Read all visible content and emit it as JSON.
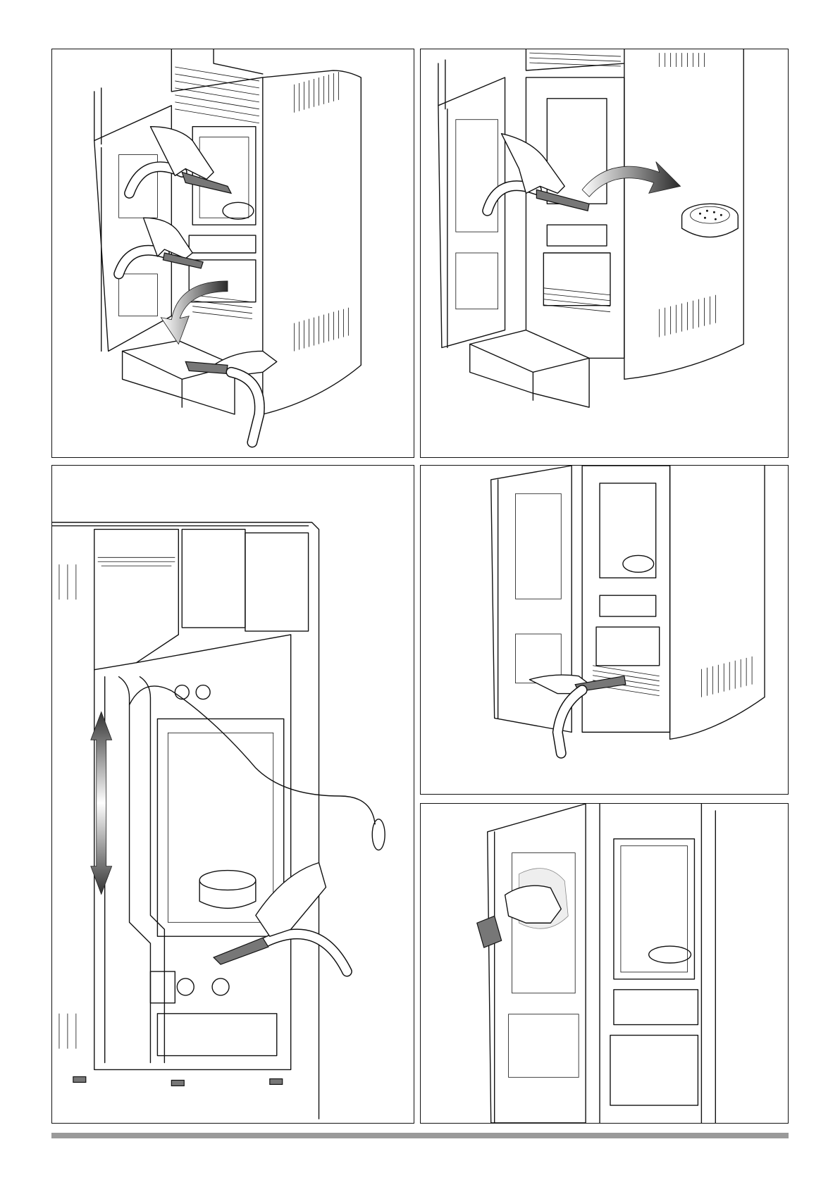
{
  "document": {
    "type": "cleaning-instructions-figures",
    "figures": [
      {
        "id": "fig-1",
        "icons": [
          "stove-icon",
          "vacuum-hose-icon",
          "hand-icon",
          "ash-drawer-icon",
          "curved-arrow-icon"
        ]
      },
      {
        "id": "fig-2",
        "icons": [
          "stove-icon",
          "hand-icon",
          "vacuum-hose-icon",
          "burn-pot-icon",
          "curved-arrow-icon",
          "ash-drawer-icon"
        ]
      },
      {
        "id": "fig-3",
        "icons": [
          "stove-cutaway-icon",
          "double-arrow-icon",
          "cleaning-cable-icon",
          "vacuum-hose-icon",
          "hand-icon"
        ]
      },
      {
        "id": "fig-4",
        "icons": [
          "stove-icon",
          "vacuum-hose-icon",
          "hand-icon"
        ]
      },
      {
        "id": "fig-5",
        "icons": [
          "stove-icon",
          "glass-door-icon",
          "hand-icon",
          "cloth-icon"
        ]
      }
    ],
    "colors": {
      "line": "#111111",
      "footer_bar": "#9a9a9a",
      "background": "#ffffff"
    }
  }
}
